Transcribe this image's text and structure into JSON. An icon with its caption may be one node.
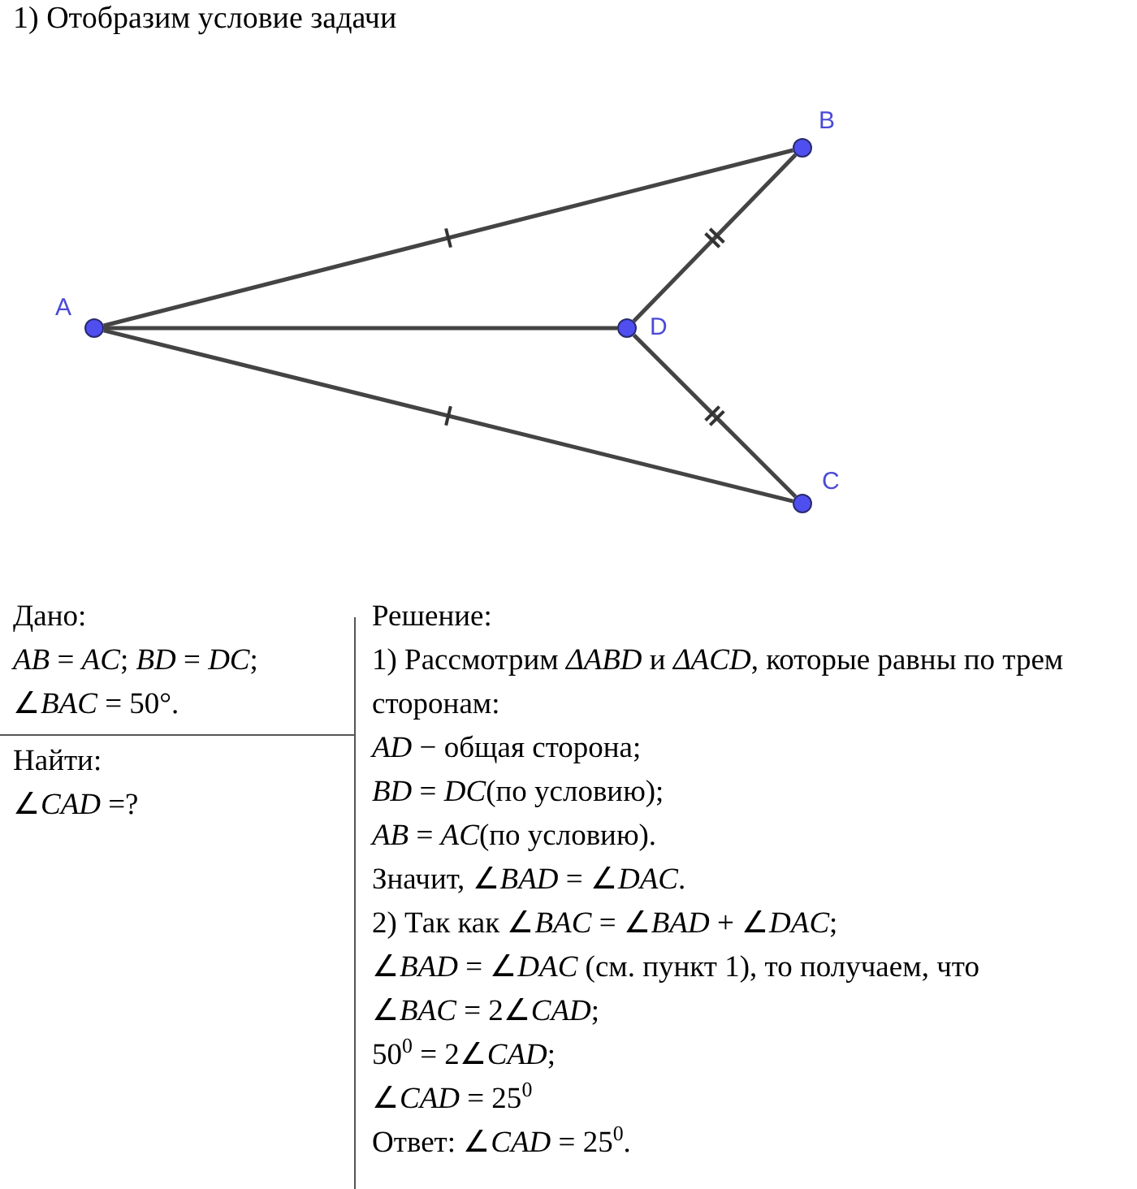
{
  "diagram": {
    "title": "1) Отобразим условие задачи",
    "nodes": [
      {
        "text": [],
        "shape": "circle",
        "beside": [
          "A"
        ]
      },
      {
        "text": [],
        "shape": "circle",
        "beside": [
          "B"
        ]
      },
      {
        "text": [],
        "shape": "circle",
        "beside": [
          "D"
        ]
      },
      {
        "text": [],
        "shape": "circle",
        "beside": [
          "C"
        ]
      }
    ],
    "edges": [
      {
        "from": 0,
        "to": 1,
        "arrow": "none"
      },
      {
        "from": 0,
        "to": 2,
        "arrow": "none"
      },
      {
        "from": 0,
        "to": 3,
        "arrow": "none"
      },
      {
        "from": 2,
        "to": 1,
        "arrow": "none"
      },
      {
        "from": 2,
        "to": 3,
        "arrow": "none"
      }
    ],
    "labels": [
      "Дано:",
      "*AB* = *AC*; *BD* = *DC*;",
      "∠*BAC* = 50°.",
      "Найти:",
      "∠*CAD* =?",
      "Решение:",
      "1) Рассмотрим *ΔABD* и *ΔACD*, которые равны по трем сторонам:",
      "*AD* − общая сторона;",
      "*BD* = *DC*(по условию);",
      "*AB* = *AC*(по условию).",
      "Значит, ∠*BAD* = ∠*DAC*.",
      "2) Так как ∠*BAC* = ∠*BAD* + ∠*DAC*;",
      "∠*BAD* = ∠*DAC* (см. пункт 1), то получаем, что",
      "∠*BAC* = 2∠*CAD*;",
      "50$^{0}$ = 2∠*CAD*;",
      "∠*CAD* = 25$^{0}$",
      "Ответ: ∠*CAD* = 25$^{0}$."
    ]
  }
}
